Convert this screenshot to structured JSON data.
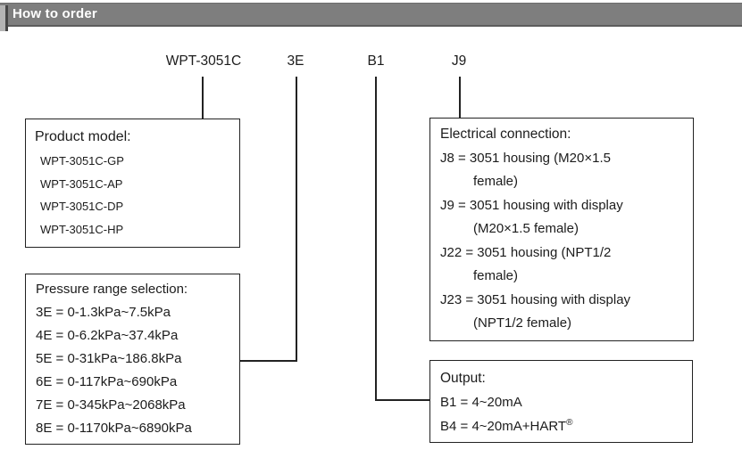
{
  "header": {
    "title": "How to order"
  },
  "order_code": {
    "segments": [
      {
        "label": "WPT-3051C"
      },
      {
        "label": "3E"
      },
      {
        "label": "B1"
      },
      {
        "label": "J9"
      }
    ]
  },
  "boxes": {
    "product_model": {
      "title": "Product model:",
      "items": [
        "WPT-3051C-GP",
        "WPT-3051C-AP",
        "WPT-3051C-DP",
        "WPT-3051C-HP"
      ]
    },
    "pressure_range": {
      "title": "Pressure range selection:",
      "items": [
        "3E = 0-1.3kPa~7.5kPa",
        "4E = 0-6.2kPa~37.4kPa",
        "5E = 0-31kPa~186.8kPa",
        "6E = 0-117kPa~690kPa",
        "7E = 0-345kPa~2068kPa",
        "8E = 0-1170kPa~6890kPa"
      ]
    },
    "electrical_connection": {
      "title": "Electrical connection:",
      "lines": [
        {
          "text": "J8 = 3051 housing (M20×1.5",
          "indent": false
        },
        {
          "text": "female)",
          "indent": true
        },
        {
          "text": "J9 = 3051 housing with display",
          "indent": false
        },
        {
          "text": "(M20×1.5 female)",
          "indent": true
        },
        {
          "text": "J22 = 3051 housing (NPT1/2",
          "indent": false
        },
        {
          "text": "female)",
          "indent": true
        },
        {
          "text": "J23 = 3051 housing with display",
          "indent": false
        },
        {
          "text": "(NPT1/2 female)",
          "indent": true
        }
      ]
    },
    "output": {
      "title": "Output:",
      "items": [
        {
          "text": "B1 = 4~20mA",
          "sup": ""
        },
        {
          "text": "B4 = 4~20mA+HART",
          "sup": "®"
        }
      ]
    }
  },
  "colors": {
    "header_bar": "#7e7e7e",
    "header_notch_light": "#b4b4b4",
    "header_notch_dark": "#474747",
    "header_text": "#ffffff",
    "line_and_border": "#222222",
    "text": "#1c1c1c",
    "background": "#ffffff"
  }
}
